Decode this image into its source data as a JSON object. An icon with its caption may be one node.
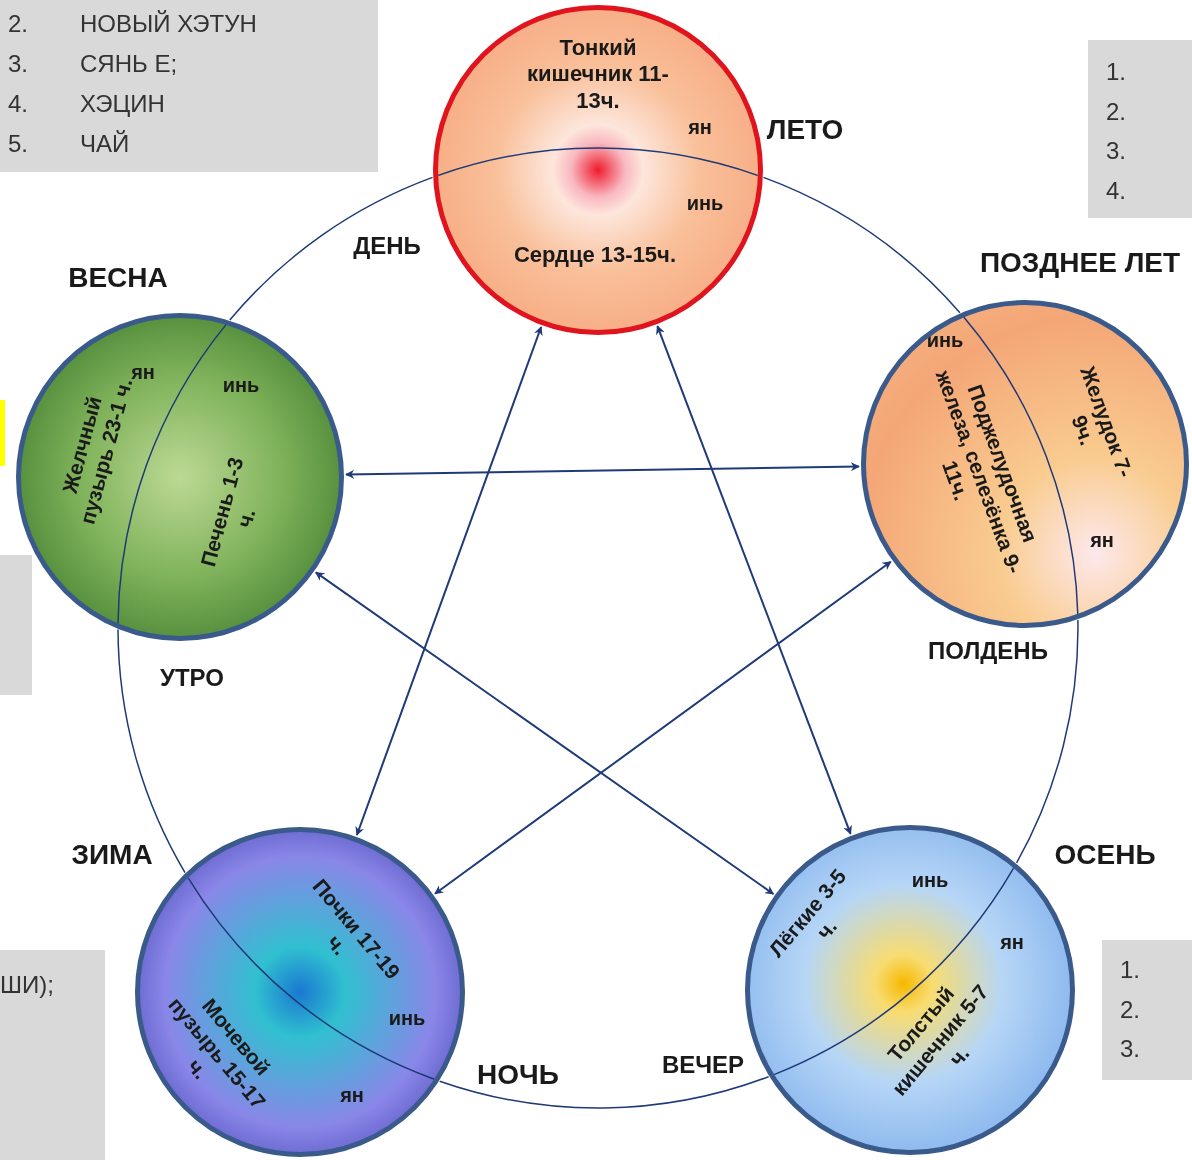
{
  "diagram": {
    "nodes": [
      {
        "text": [
          "Тонкий кишечник 11-13ч.",
          "ян",
          "инь",
          "Сердце 13-15ч."
        ],
        "beside": [
          "ЛЕТО"
        ]
      },
      {
        "text": [
          "Желчный пузырь 23-1 ч.",
          "ян",
          "инь",
          "Печень 1-3 ч."
        ],
        "beside": [
          "ВЕСНА"
        ]
      },
      {
        "text": [
          "инь",
          "Поджелудочная железа, селезёнка 9-11ч.",
          "Желудок 7-9ч.",
          "ян"
        ],
        "beside": [
          "ПОЗДНЕЕ ЛЕТ"
        ]
      },
      {
        "text": [
          "Почки 17-19 ч.",
          "инь",
          "Мочевой пузырь 15-17 ч.",
          "ян"
        ],
        "beside": [
          "ЗИМА"
        ]
      },
      {
        "text": [
          "Лёгкие 3-5 ч.",
          "инь",
          "ян",
          "Толстый кишечник 5-7 ч."
        ],
        "beside": [
          "ОСЕНЬ"
        ]
      }
    ],
    "edges": [
      {
        "from": 0,
        "to": 2,
        "arrow": "none"
      },
      {
        "from": 2,
        "to": 4,
        "arrow": "none"
      },
      {
        "from": 4,
        "to": 3,
        "arrow": "none"
      },
      {
        "from": 3,
        "to": 1,
        "arrow": "none"
      },
      {
        "from": 1,
        "to": 0,
        "arrow": "none"
      },
      {
        "from": 0,
        "to": 3,
        "arrow": "both"
      },
      {
        "from": 0,
        "to": 4,
        "arrow": "both"
      },
      {
        "from": 1,
        "to": 2,
        "arrow": "both"
      },
      {
        "from": 1,
        "to": 4,
        "arrow": "both"
      },
      {
        "from": 2,
        "to": 3,
        "arrow": "both"
      }
    ],
    "labels": [
      "2.",
      "НОВЫЙ ХЭТУН",
      "3.",
      "СЯНЬ Е;",
      "4.",
      "ХЭЦИН",
      "5.",
      "ЧАЙ",
      "1.",
      "2.",
      "3.",
      "4.",
      "ДЕНЬ",
      "ПОЛДЕНЬ",
      "УТРО",
      "ШИ);",
      "1.",
      "2.",
      "3.",
      "ВЕЧЕР",
      "НОЧЬ"
    ]
  }
}
